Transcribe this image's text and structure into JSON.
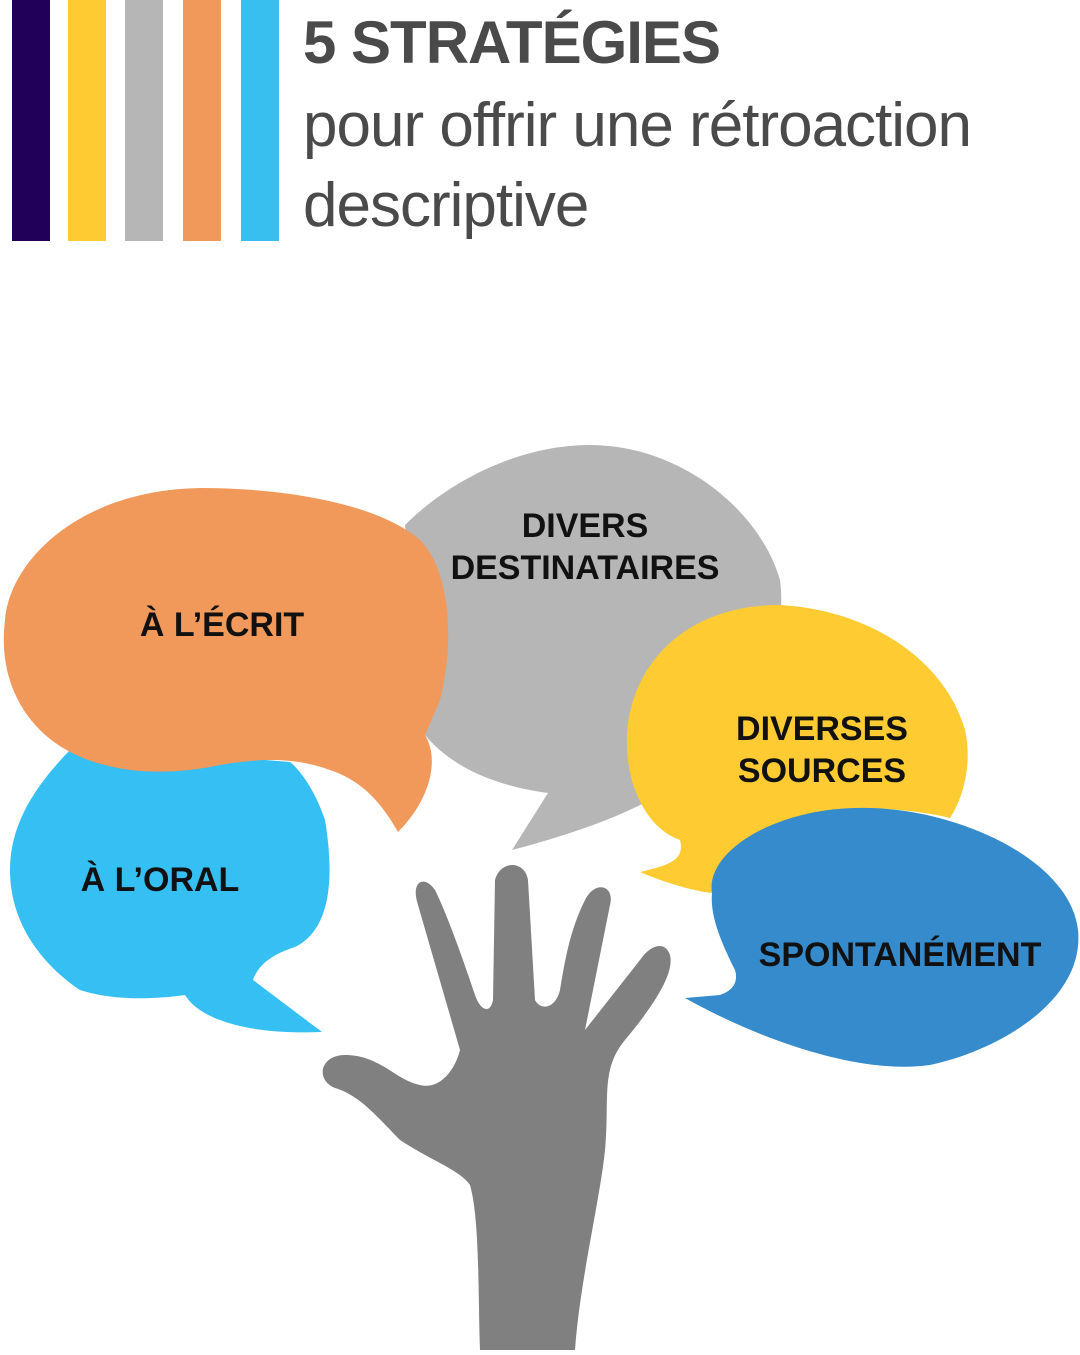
{
  "header": {
    "title": "5 STRATÉGIES",
    "subtitle": "pour offrir une rétroaction descriptive"
  },
  "stripes": [
    "#200058",
    "#fecb33",
    "#b6b6b6",
    "#f0995b",
    "#39bfef"
  ],
  "bubbles": {
    "ecrit": {
      "label": "À L’ÉCRIT",
      "color": "#f0995b"
    },
    "destinataires": {
      "line1": "DIVERS",
      "line2": "DESTINATAIRES",
      "color": "#b6b6b6"
    },
    "sources": {
      "line1": "DIVERSES",
      "line2": "SOURCES",
      "color": "#fecb33"
    },
    "oral": {
      "label": "À L’ORAL",
      "color": "#35bff2"
    },
    "spontanement": {
      "label": "SPONTANÉMENT",
      "color": "#358bcb"
    }
  },
  "hand_color": "#808080"
}
